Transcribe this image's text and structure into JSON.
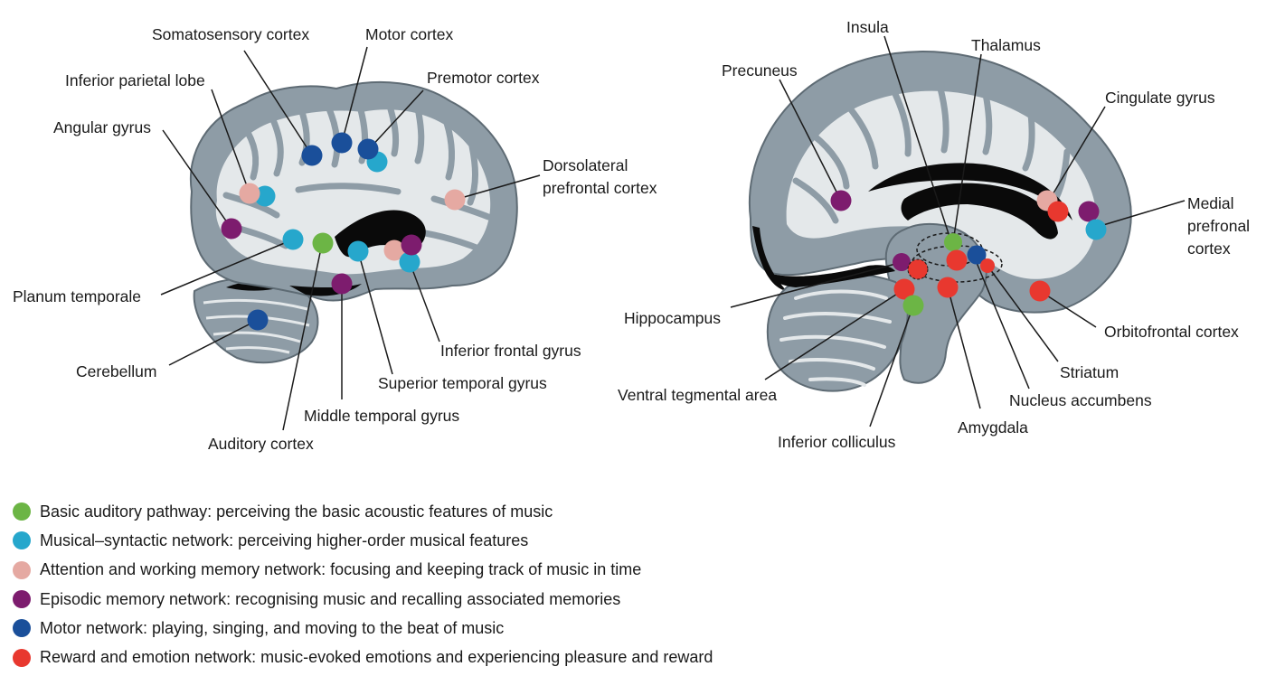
{
  "colors": {
    "auditory": "#6cb545",
    "syntactic": "#26a7cc",
    "attention": "#e5a9a2",
    "episodic": "#7d1c6e",
    "motor": "#1a4f9a",
    "reward": "#e8382f",
    "cortex_grey": "#8e9ca6",
    "white_matter": "#e4e8ea",
    "dark_fill": "#0a0a0a"
  },
  "lateral_labels": {
    "somatosensory": "Somatosensory cortex",
    "motor": "Motor cortex",
    "premotor": "Premotor cortex",
    "inferior_parietal": "Inferior parietal lobe",
    "angular": "Angular gyrus",
    "dlpfc_1": "Dorsolateral",
    "dlpfc_2": "prefrontal cortex",
    "planum": "Planum temporale",
    "cerebellum": "Cerebellum",
    "ifg": "Inferior frontal gyrus",
    "stg": "Superior temporal gyrus",
    "mtg": "Middle temporal gyrus",
    "auditory": "Auditory cortex"
  },
  "medial_labels": {
    "insula": "Insula",
    "thalamus": "Thalamus",
    "precuneus": "Precuneus",
    "cingulate": "Cingulate gyrus",
    "mpfc_1": "Medial",
    "mpfc_2": "prefronal",
    "mpfc_3": "cortex",
    "hippocampus": "Hippocampus",
    "ofc": "Orbitofrontal cortex",
    "striatum": "Striatum",
    "nacc": "Nucleus accumbens",
    "vta": "Ventral tegmental area",
    "amygdala": "Amygdala",
    "ic": "Inferior colliculus"
  },
  "legend": [
    {
      "color": "#6cb545",
      "text": "Basic auditory pathway: perceiving the basic acoustic features of music"
    },
    {
      "color": "#26a7cc",
      "text": "Musical–syntactic network: perceiving higher-order musical features"
    },
    {
      "color": "#e5a9a2",
      "text": "Attention and working memory network: focusing and keeping track of music in time"
    },
    {
      "color": "#7d1c6e",
      "text": "Episodic memory network: recognising music and recalling associated memories"
    },
    {
      "color": "#1a4f9a",
      "text": "Motor network: playing, singing, and moving to the beat of music"
    },
    {
      "color": "#e8382f",
      "text": "Reward and emotion network: music-evoked emotions and experiencing pleasure and reward"
    }
  ]
}
